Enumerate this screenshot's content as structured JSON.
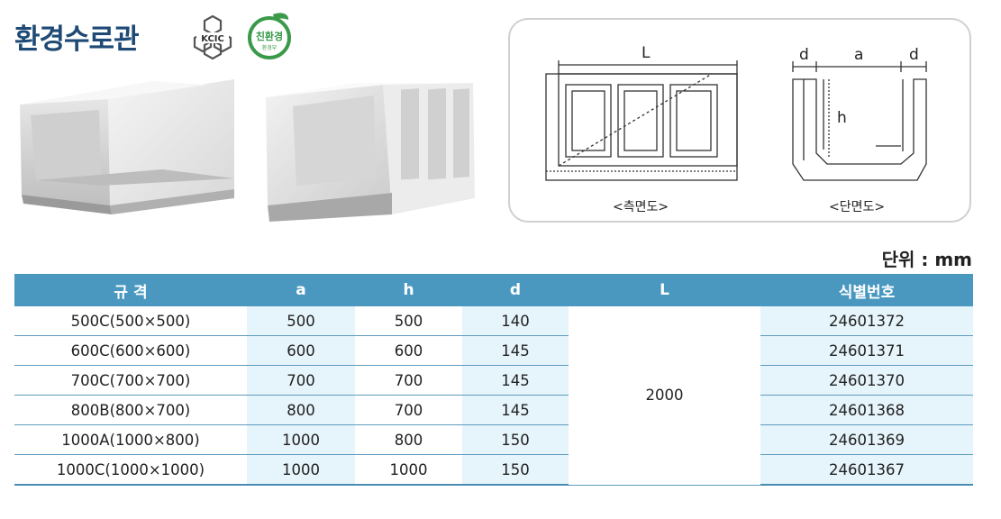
{
  "title": "환경수로관",
  "badges": {
    "kcic_label": "KCIC",
    "eco_label": "친환경",
    "eco_sub": "환경부"
  },
  "diagram": {
    "side": {
      "label_L": "L",
      "caption": "<측면도>"
    },
    "section": {
      "label_d_left": "d",
      "label_a": "a",
      "label_d_right": "d",
      "label_h": "h",
      "caption": "<단면도>"
    }
  },
  "unit_label": "단위 : mm",
  "table": {
    "headers": [
      "규 격",
      "a",
      "h",
      "d",
      "L",
      "식별번호"
    ],
    "rows": [
      {
        "spec": "500C(500×500)",
        "a": "500",
        "h": "500",
        "d": "140",
        "id": "24601372"
      },
      {
        "spec": "600C(600×600)",
        "a": "600",
        "h": "600",
        "d": "145",
        "id": "24601371"
      },
      {
        "spec": "700C(700×700)",
        "a": "700",
        "h": "700",
        "d": "145",
        "id": "24601370"
      },
      {
        "spec": "800B(800×700)",
        "a": "800",
        "h": "700",
        "d": "145",
        "id": "24601368"
      },
      {
        "spec": "1000A(1000×800)",
        "a": "1000",
        "h": "800",
        "d": "150",
        "id": "24601369"
      },
      {
        "spec": "1000C(1000×1000)",
        "a": "1000",
        "h": "1000",
        "d": "150",
        "id": "24601367"
      }
    ],
    "L_value": "2000"
  },
  "colors": {
    "title": "#1e4a75",
    "header_bg": "#4a98c0",
    "shade": "#e6f4fb",
    "eco_green": "#3a9a4a"
  }
}
